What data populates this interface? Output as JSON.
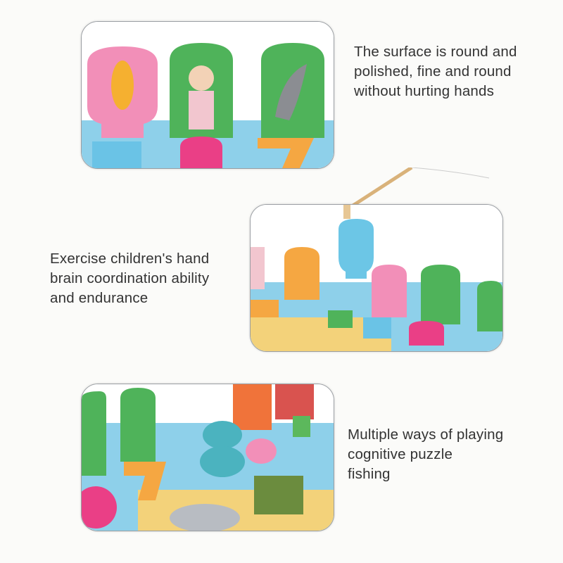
{
  "sections": [
    {
      "caption": [
        "The surface is round and",
        "polished, fine and round",
        "without hurting hands"
      ],
      "photo": "fish-doctor-shark-pegs-with-numbers-5-6-7"
    },
    {
      "caption": [
        "Exercise children's hand",
        "brain coordination ability",
        "and endurance"
      ],
      "photo": "fishing-rod-catching-fish-piece"
    },
    {
      "caption": [
        "Multiple ways of playing",
        "cognitive puzzle",
        "fishing"
      ],
      "photo": "number-8-puzzle-with-animals"
    }
  ],
  "colors": {
    "board": "#8ed0ea",
    "pink": "#f28fb8",
    "green": "#4fb35a",
    "orange": "#f5a742",
    "magenta": "#ea3f86",
    "text": "#333333"
  }
}
